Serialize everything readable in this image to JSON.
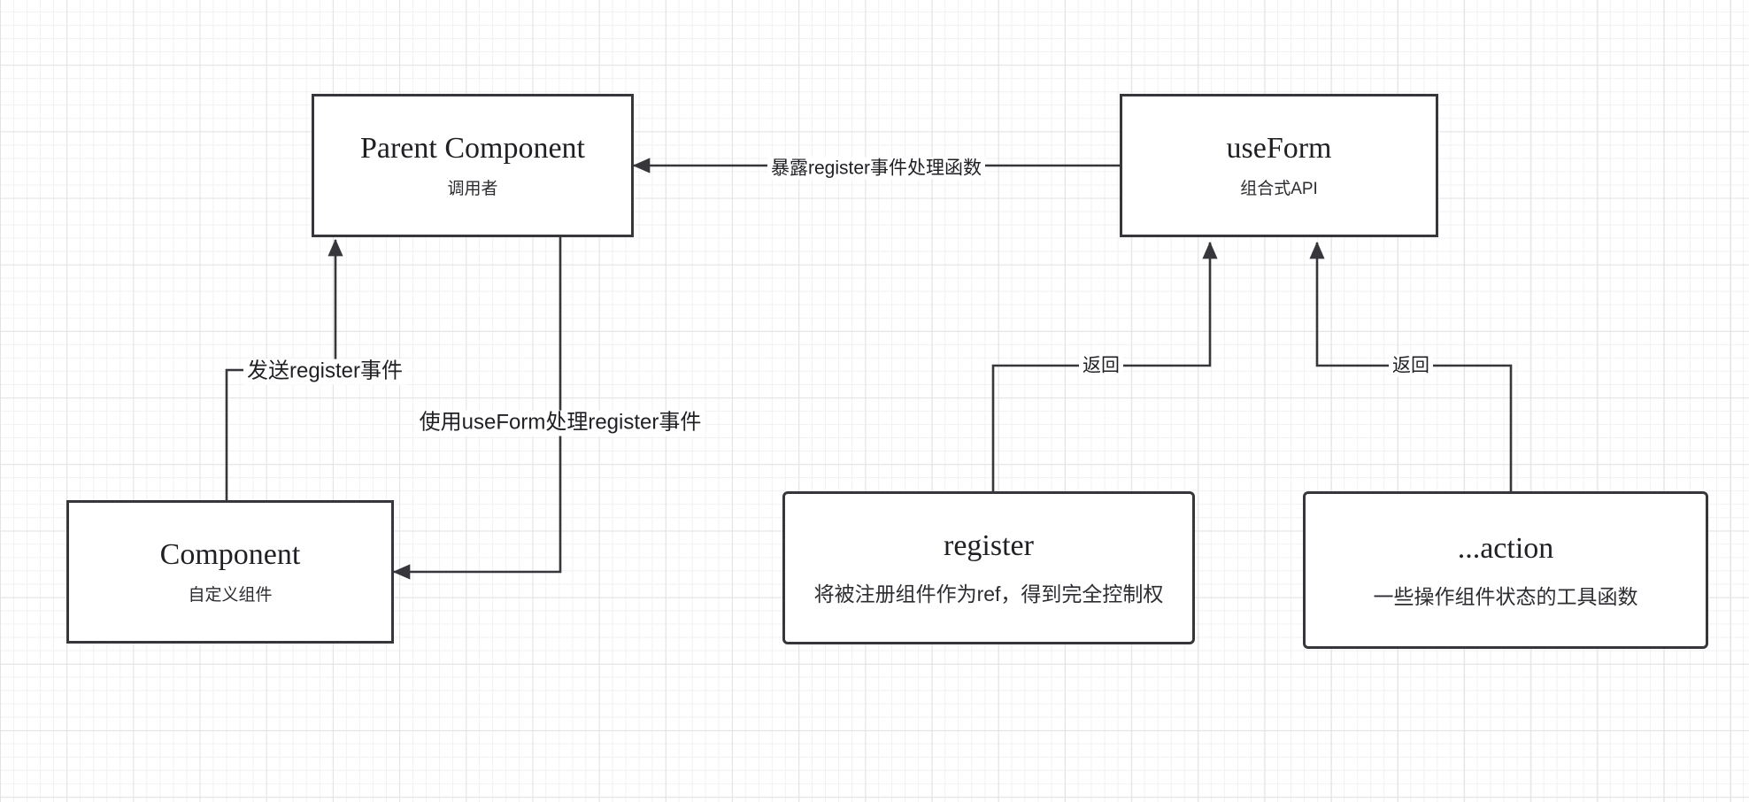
{
  "diagram": {
    "title": "useForm composable architecture diagram",
    "background": "grid-paper",
    "stroke_color": "#36363b",
    "nodes": [
      {
        "id": "parent",
        "title": "Parent Component",
        "subtitle": "调用者",
        "shape": "rectangle"
      },
      {
        "id": "useform",
        "title": "useForm",
        "subtitle": "组合式API",
        "shape": "rectangle"
      },
      {
        "id": "component",
        "title": "Component",
        "subtitle": "自定义组件",
        "shape": "rectangle"
      },
      {
        "id": "register",
        "title": "register",
        "subtitle": "将被注册组件作为ref，得到完全控制权",
        "shape": "rounded-rectangle"
      },
      {
        "id": "action",
        "title": "...action",
        "subtitle": "一些操作组件状态的工具函数",
        "shape": "rounded-rectangle"
      }
    ],
    "edges": [
      {
        "id": "useform-to-parent",
        "from": "useform",
        "to": "parent",
        "label": "暴露register事件处理函数",
        "arrow": "to"
      },
      {
        "id": "component-to-parent",
        "from": "component",
        "to": "parent",
        "label": "发送register事件",
        "arrow": "to"
      },
      {
        "id": "parent-to-component",
        "from": "parent",
        "to": "component",
        "label": "使用useForm处理register事件",
        "arrow": "to"
      },
      {
        "id": "register-to-useform",
        "from": "register",
        "to": "useform",
        "label": "返回",
        "arrow": "to"
      },
      {
        "id": "action-to-useform",
        "from": "action",
        "to": "useform",
        "label": "返回",
        "arrow": "to"
      }
    ]
  }
}
